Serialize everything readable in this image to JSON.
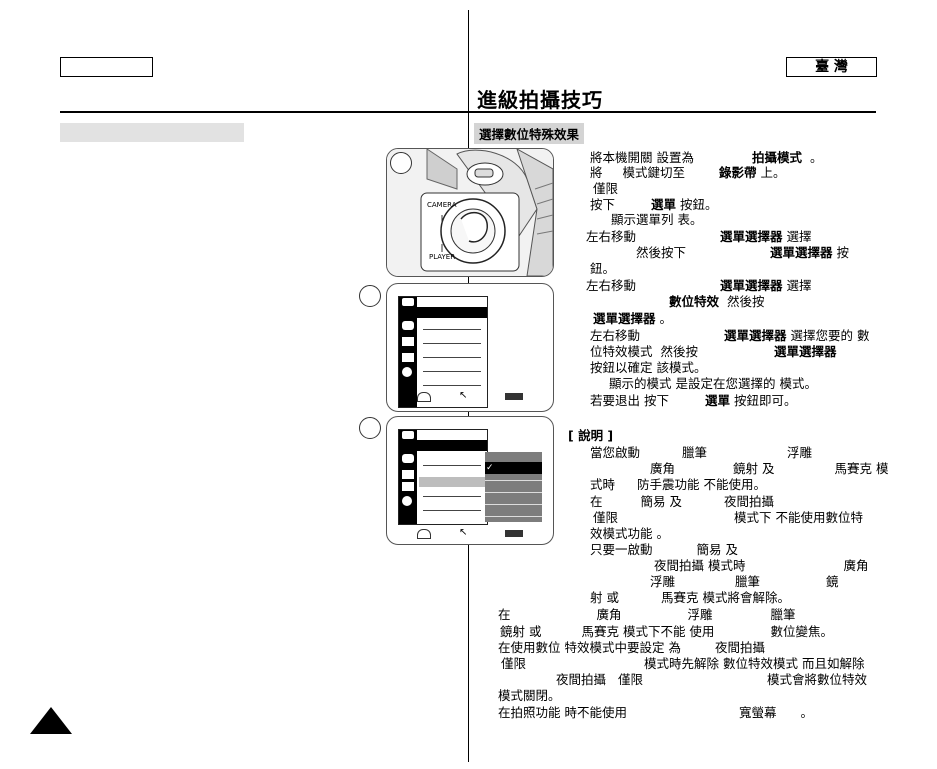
{
  "header": {
    "left_box_label": "",
    "right_box_label": "臺 灣",
    "title": "進級拍攝技巧",
    "left_section_label": ""
  },
  "section": {
    "subtitle": "選擇數位特殊效果"
  },
  "illustration": {
    "dial_top_label": "CAMERA",
    "dial_bottom_label": "PLAYER"
  },
  "steps": [
    [
      "將本機開關 設置為",
      "拍攝模式",
      "。"
    ],
    [
      "將",
      "模式鍵切至",
      "錄影帶",
      "上。"
    ],
    [
      "僅限"
    ],
    [
      "按下",
      "選單",
      "按鈕。"
    ],
    [
      "顯示選單列 表。"
    ],
    [
      "左右移動",
      "選單選擇器",
      "選擇"
    ],
    [
      "然後按下",
      "選單選擇器",
      "按"
    ],
    [
      "鈕。"
    ],
    [
      "左右移動",
      "選單選擇器",
      "選擇"
    ],
    [
      "數位特效",
      "然後按"
    ],
    [
      "選單選擇器",
      "。"
    ],
    [
      "左右移動",
      "選單選擇器",
      "選擇您要的 數"
    ],
    [
      "位特效模式",
      "然後按",
      "選單選擇器"
    ],
    [
      "按鈕以確定 該模式。"
    ],
    [
      "顯示的模式 是設定在您選擇的 模式。"
    ],
    [
      "若要退出 按下",
      "選單",
      "按鈕即可。"
    ]
  ],
  "notes": {
    "heading": "[ 說明 ]",
    "lines": [
      [
        "當您啟動",
        "臘筆",
        "浮雕"
      ],
      [
        "廣角",
        "鏡射 及",
        "馬賽克 模"
      ],
      [
        "式時",
        "防手震功能 不能使用。"
      ],
      [
        "在",
        "簡易 及",
        "夜間拍攝"
      ],
      [
        "僅限",
        "模式下 不能使用數位特"
      ],
      [
        "效模式功能 。"
      ],
      [
        "只要一啟動",
        "簡易 及"
      ],
      [
        "夜間拍攝 模式時",
        "廣角"
      ],
      [
        "浮雕",
        "臘筆",
        "鏡"
      ],
      [
        "射 或",
        "馬賽克 模式將會解除。"
      ],
      [
        "在",
        "廣角",
        "浮雕",
        "臘筆"
      ],
      [
        "鏡射 或",
        "馬賽克 模式下不能 使用",
        "數位變焦。"
      ],
      [
        "在使用數位 特效模式中要設定 為",
        "夜間拍攝"
      ],
      [
        "僅限",
        "模式時先解除 數位特效模式 而且如解除"
      ],
      [
        "夜間拍攝",
        "僅限",
        "模式會將數位特效"
      ],
      [
        "模式關閉。"
      ],
      [
        "在拍照功能 時不能使用",
        "寬螢幕",
        "。"
      ]
    ]
  }
}
